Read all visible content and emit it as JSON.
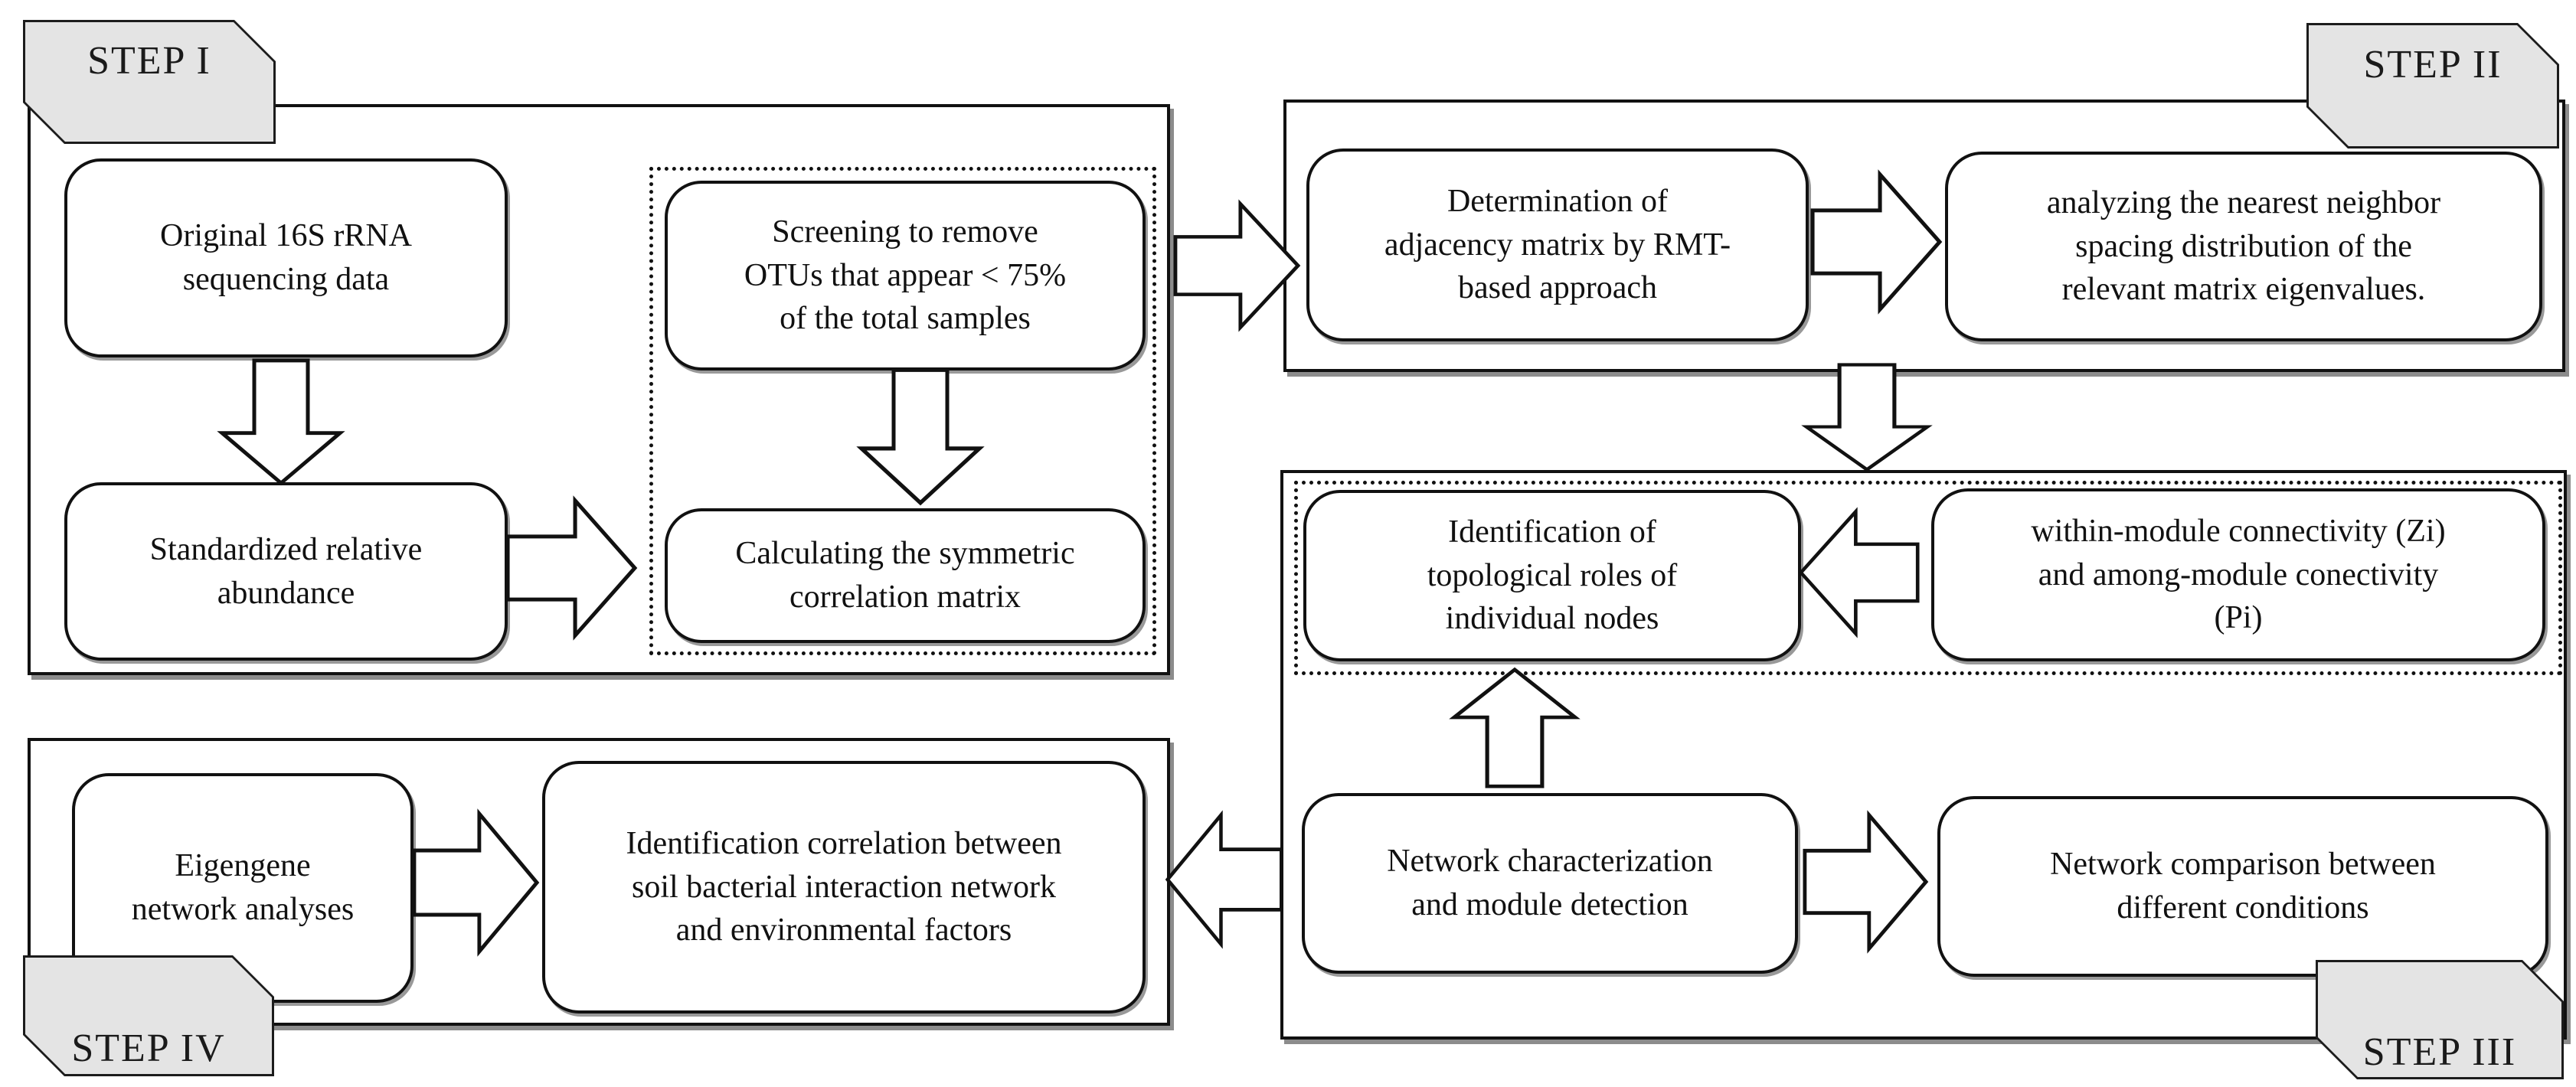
{
  "diagram_name": "RMT-based network analysis workflow",
  "colors": {
    "page_bg": "#ffffff",
    "line": "#111111",
    "box_bg": "#ffffff",
    "tab_bg": "#e4e4e4",
    "tab_border": "#1c1c1c"
  },
  "steps": {
    "step1": {
      "label": "STEP I",
      "boxes": {
        "original_data": "Original 16S rRNA\nsequencing data",
        "standardized": "Standardized relative\nabundance",
        "screening": "Screening to remove\nOTUs that appear < 75%\nof the total samples",
        "correlation_matrix": "Calculating the symmetric\ncorrelation matrix"
      }
    },
    "step2": {
      "label": "STEP II",
      "boxes": {
        "adjacency": "Determination of\nadjacency matrix by RMT-\nbased approach",
        "eigenvalues": "analyzing the nearest neighbor\nspacing distribution of the\nrelevant matrix eigenvalues."
      }
    },
    "step3": {
      "label": "STEP III",
      "boxes": {
        "topological_roles": "Identification of\ntopological roles of\nindividual nodes",
        "connectivity": "within-module connectivity (Zi)\nand among-module conectivity\n(Pi)",
        "network_characterization": "Network characterization\nand module detection",
        "network_comparison": "Network comparison between\ndifferent conditions"
      }
    },
    "step4": {
      "label": "STEP IV",
      "boxes": {
        "eigengene": "Eigengene\nnetwork analyses",
        "env_correlation": "Identification correlation between\nsoil bacterial interaction network\nand environmental factors"
      }
    }
  }
}
